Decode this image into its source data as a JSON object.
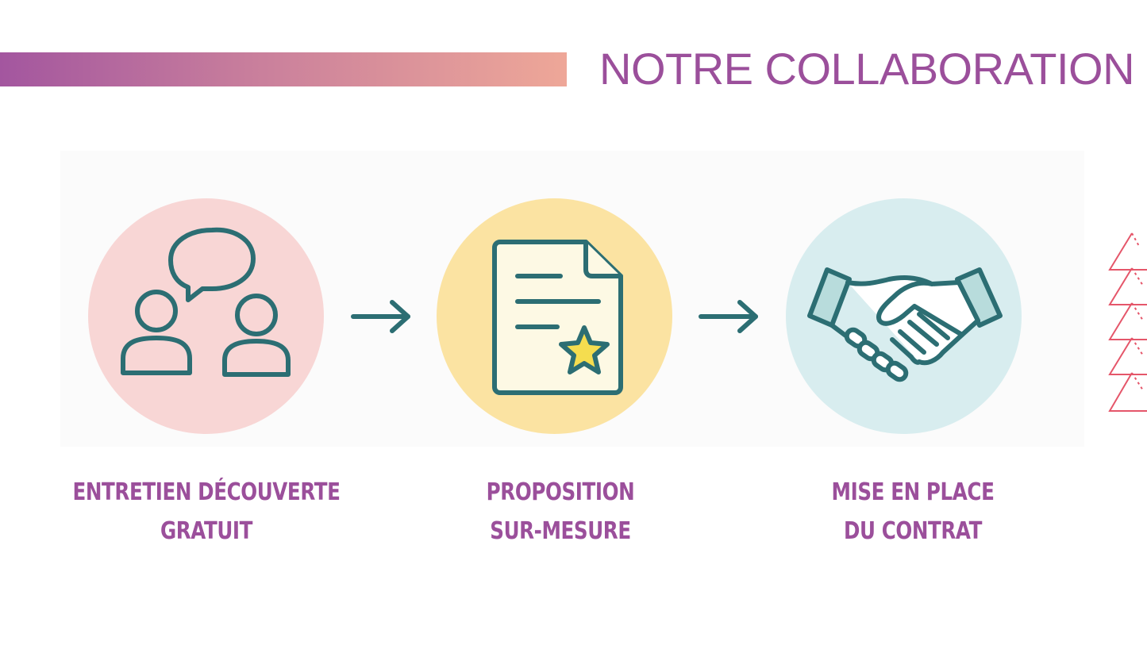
{
  "header": {
    "title": "NOTRE COLLABORATION"
  },
  "colors": {
    "accent_purple": "#9b4f9b",
    "gradient_start": "#a3569f",
    "gradient_end": "#eea798",
    "icon_teal": "#2c6e73",
    "triangle_red": "#e5566a"
  },
  "steps": [
    {
      "icon": "people-chat-icon",
      "circle_color": "#f8d6d5",
      "label_line1": "ENTRETIEN DÉCOUVERTE",
      "label_line2": "GRATUIT"
    },
    {
      "icon": "document-star-icon",
      "circle_color": "#fbe3a2",
      "label_line1": "PROPOSITION",
      "label_line2": "SUR-MESURE"
    },
    {
      "icon": "handshake-icon",
      "circle_color": "#d8edef",
      "label_line1": "MISE EN PLACE",
      "label_line2": "DU CONTRAT"
    }
  ]
}
